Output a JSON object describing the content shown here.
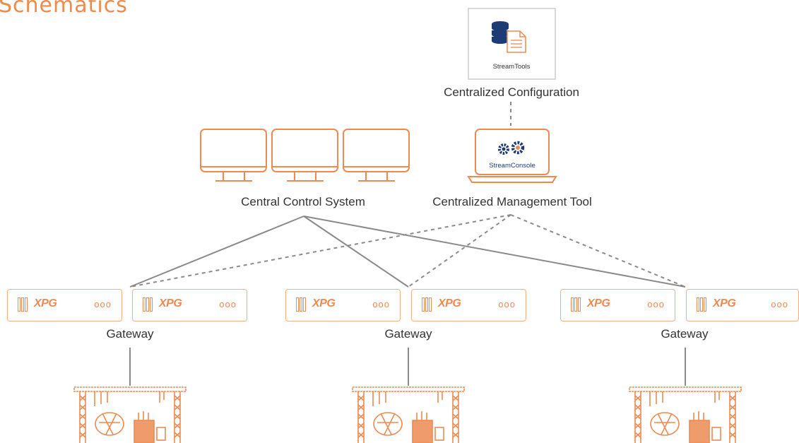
{
  "heading": "Schematics",
  "top_app": {
    "name": "StreamTools",
    "caption": "Centralized Configuration",
    "icon": "database-document-icon"
  },
  "console": {
    "name": "StreamConsole",
    "caption": "Centralized Management Tool",
    "icon": "gears-icon"
  },
  "ccs": {
    "caption": "Central Control System",
    "icon": "monitor-icon"
  },
  "gateway": {
    "caption": "Gateway",
    "brand": "XPG",
    "ports": "ooo"
  },
  "colors": {
    "accent": "#ED8A52",
    "line": "#8A8A8A",
    "label": "#333333",
    "heading": "#F08A4B"
  }
}
